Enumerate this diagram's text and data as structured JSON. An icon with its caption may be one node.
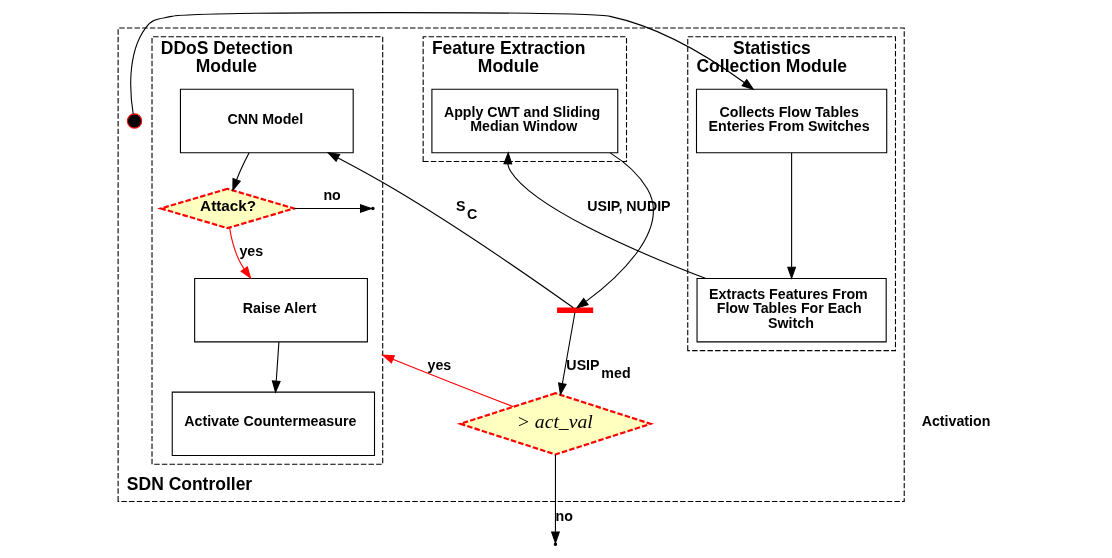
{
  "diagram": {
    "nodes": [
      {
        "text": [
          "SDN Controller"
        ]
      },
      {
        "text": [
          "Statistics Collection Module"
        ],
        "in": 0
      },
      {
        "text": [
          "Feature Extraction Module"
        ],
        "in": 0
      },
      {
        "text": [
          "DDoS Detection Module"
        ],
        "in": 0
      },
      {
        "text": [],
        "shape": "circle",
        "in": 0
      },
      {
        "text": [
          "Collects Flow Tables Enteries From Switches"
        ],
        "in": 1
      },
      {
        "text": [
          "Extracts Features From Flow Tables For Each Switch"
        ],
        "in": 1
      },
      {
        "text": [
          "Apply CWT and Sliding Median Window"
        ],
        "in": 2
      },
      {
        "text": [],
        "shape": "bar",
        "in": 0
      },
      {
        "text": [
          "> act_val"
        ],
        "in": 0
      },
      {
        "text": [
          "CNN Model"
        ],
        "in": 3
      },
      {
        "text": [
          "Attack?"
        ],
        "in": 3
      },
      {
        "text": [
          "Raise Alert"
        ],
        "in": 3
      },
      {
        "text": [
          "Activate Countermeasure"
        ],
        "in": 3
      }
    ],
    "edges": [
      {
        "from": 4,
        "to": 5,
        "arrow": "to"
      },
      {
        "from": 5,
        "to": 6,
        "arrow": "to"
      },
      {
        "from": 6,
        "to": 7,
        "arrow": "to",
        "label": "USIP, NUDIP"
      },
      {
        "from": 7,
        "to": 8,
        "arrow": "to"
      },
      {
        "from": 8,
        "to": 9,
        "arrow": "to",
        "label": "USIP$_{med}$"
      },
      {
        "from": 8,
        "to": 10,
        "arrow": "to",
        "label": "S$_{C}$"
      },
      {
        "from": 9,
        "to": null,
        "arrow": "to",
        "label": "no"
      },
      {
        "from": 9,
        "to": 3,
        "arrow": "to",
        "label": "yes",
        "color": "#ff0000"
      },
      {
        "from": 10,
        "to": 11,
        "arrow": "to"
      },
      {
        "from": 11,
        "to": null,
        "arrow": "to",
        "label": "no"
      },
      {
        "from": 11,
        "to": 12,
        "arrow": "to",
        "label": "yes",
        "color": "#ff0000"
      },
      {
        "from": 12,
        "to": 13,
        "arrow": "to"
      }
    ],
    "labels": [
      "Activation"
    ]
  }
}
